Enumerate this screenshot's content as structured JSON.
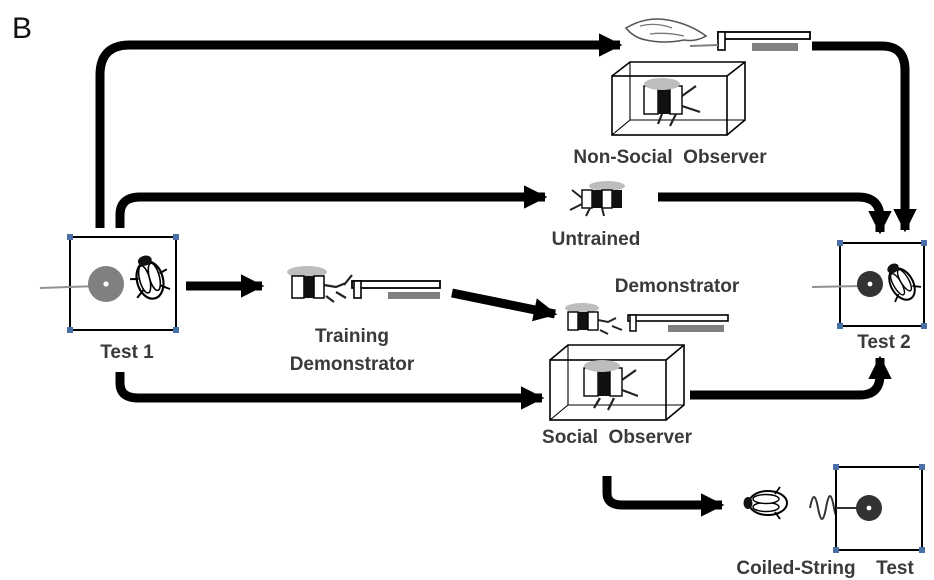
{
  "panel_letter": "B",
  "labels": {
    "test1": "Test 1",
    "test2": "Test 2",
    "training_line1": "Training",
    "training_line2": "Demonstrator",
    "untrained": "Untrained",
    "demonstrator": "Demonstrator",
    "non_social_observer": "Non-Social  Observer",
    "social_observer": "Social  Observer",
    "coiled_string": "Coiled-String",
    "coiled_test": "Test"
  },
  "colors": {
    "arrow": "#000000",
    "label": "#3a3a3a",
    "disk_light": "#808080",
    "disk_dark": "#333333",
    "corner_marker": "#4a6fa5"
  }
}
